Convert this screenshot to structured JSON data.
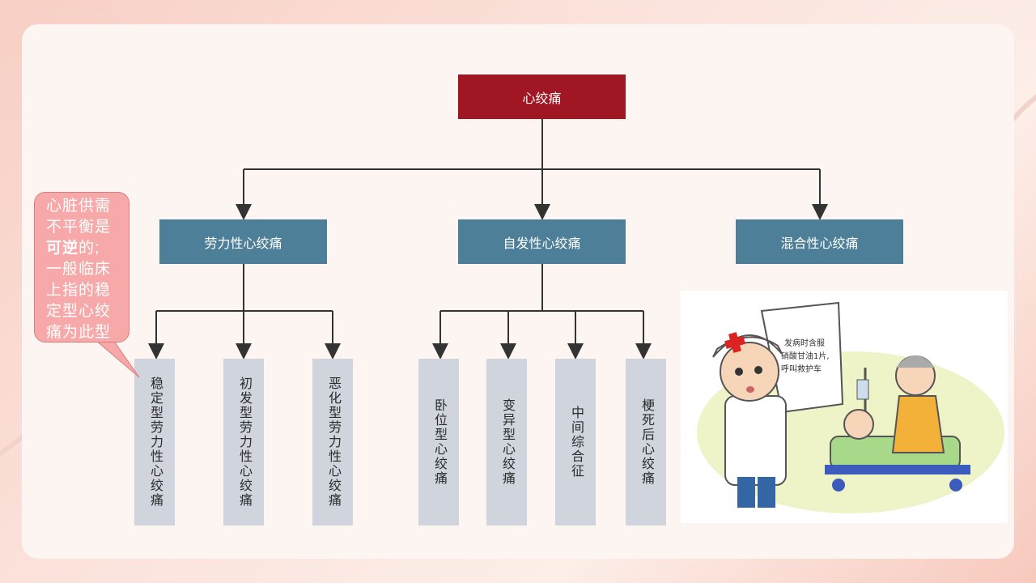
{
  "root": {
    "label": "心绞痛"
  },
  "categories": [
    {
      "label": "劳力性心绞痛"
    },
    {
      "label": "自发性心绞痛"
    },
    {
      "label": "混合性心绞痛"
    }
  ],
  "leaves_exertional": [
    {
      "label": "稳定型劳力性心绞痛"
    },
    {
      "label": "初发型劳力性心绞痛"
    },
    {
      "label": "恶化型劳力性心绞痛"
    }
  ],
  "leaves_spontaneous": [
    {
      "label": "卧位型心绞痛"
    },
    {
      "label": "变异型心绞痛"
    },
    {
      "label": "中间综合征"
    },
    {
      "label": "梗死后心绞痛"
    }
  ],
  "callout": {
    "line1": "心脏供需",
    "line2": "不平衡是",
    "bold": "可逆",
    "line3_rest": "的;",
    "line4": "一般临床",
    "line5": "上指的稳",
    "line6": "定型心绞",
    "line7": "痛为此型"
  },
  "illustration": {
    "note_line1": "发病时含服",
    "note_line2": "硝酸甘油1片,",
    "note_line3": "呼叫救护车"
  },
  "colors": {
    "root": "#a01622",
    "category": "#4e7f98",
    "leaf": "#cfd4dd",
    "callout": "#f7a9a9"
  }
}
